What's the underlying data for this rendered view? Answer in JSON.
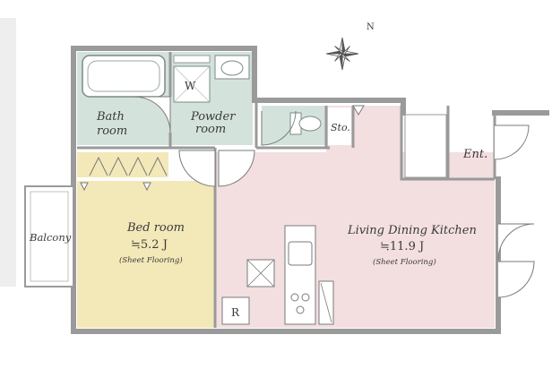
{
  "floorplan": {
    "rooms": {
      "bath": {
        "name_line1": "Bath",
        "name_line2": "room"
      },
      "powder": {
        "name_line1": "Powder",
        "name_line2": "room"
      },
      "storage": {
        "name": "Sto."
      },
      "entrance": {
        "name": "Ent."
      },
      "bedroom": {
        "name": "Bed room",
        "area": "≒5.2 J",
        "flooring": "(Sheet Flooring)"
      },
      "ldk": {
        "name": "Living Dining Kitchen",
        "area": "≒11.9 J",
        "flooring": "(Sheet Flooring)"
      },
      "balcony": {
        "name": "Balcony"
      }
    },
    "fixtures": {
      "washer": "W",
      "refrigerator": "R"
    },
    "compass": {
      "label": "N"
    },
    "colors": {
      "wall": "#9a9a9a",
      "bath": "#d4e2dc",
      "bedroom": "#f3e8b8",
      "ldk": "#f3dfe0",
      "entrance": "#ffffff"
    }
  }
}
